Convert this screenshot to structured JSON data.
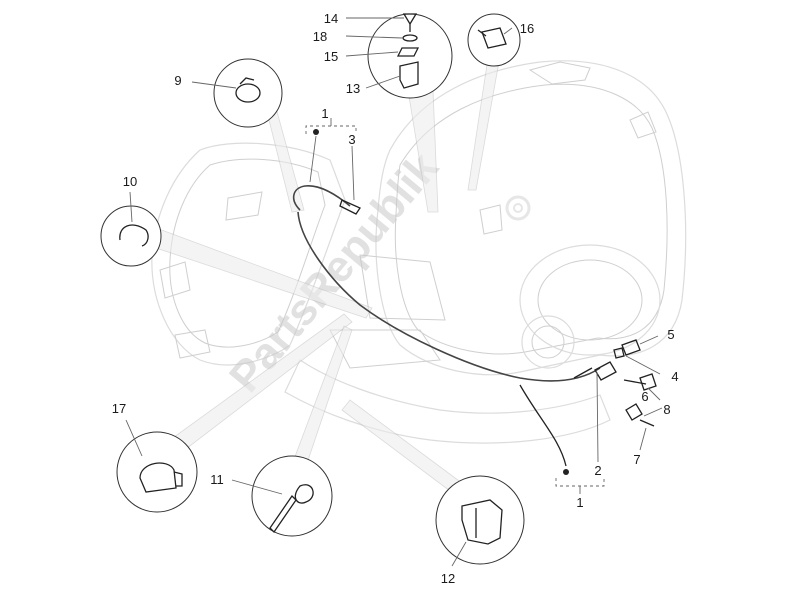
{
  "watermark": "PartsRepublik",
  "callouts": [
    {
      "id": "c1a",
      "text": "1"
    },
    {
      "id": "c1b",
      "text": "1"
    },
    {
      "id": "c2",
      "text": "2"
    },
    {
      "id": "c3",
      "text": "3"
    },
    {
      "id": "c4",
      "text": "4"
    },
    {
      "id": "c5",
      "text": "5"
    },
    {
      "id": "c6",
      "text": "6"
    },
    {
      "id": "c7",
      "text": "7"
    },
    {
      "id": "c8",
      "text": "8"
    },
    {
      "id": "c9",
      "text": "9"
    },
    {
      "id": "c10",
      "text": "10"
    },
    {
      "id": "c11",
      "text": "11"
    },
    {
      "id": "c12",
      "text": "12"
    },
    {
      "id": "c13",
      "text": "13"
    },
    {
      "id": "c14",
      "text": "14"
    },
    {
      "id": "c15",
      "text": "15"
    },
    {
      "id": "c16",
      "text": "16"
    },
    {
      "id": "c17",
      "text": "17"
    },
    {
      "id": "c18",
      "text": "18"
    }
  ]
}
